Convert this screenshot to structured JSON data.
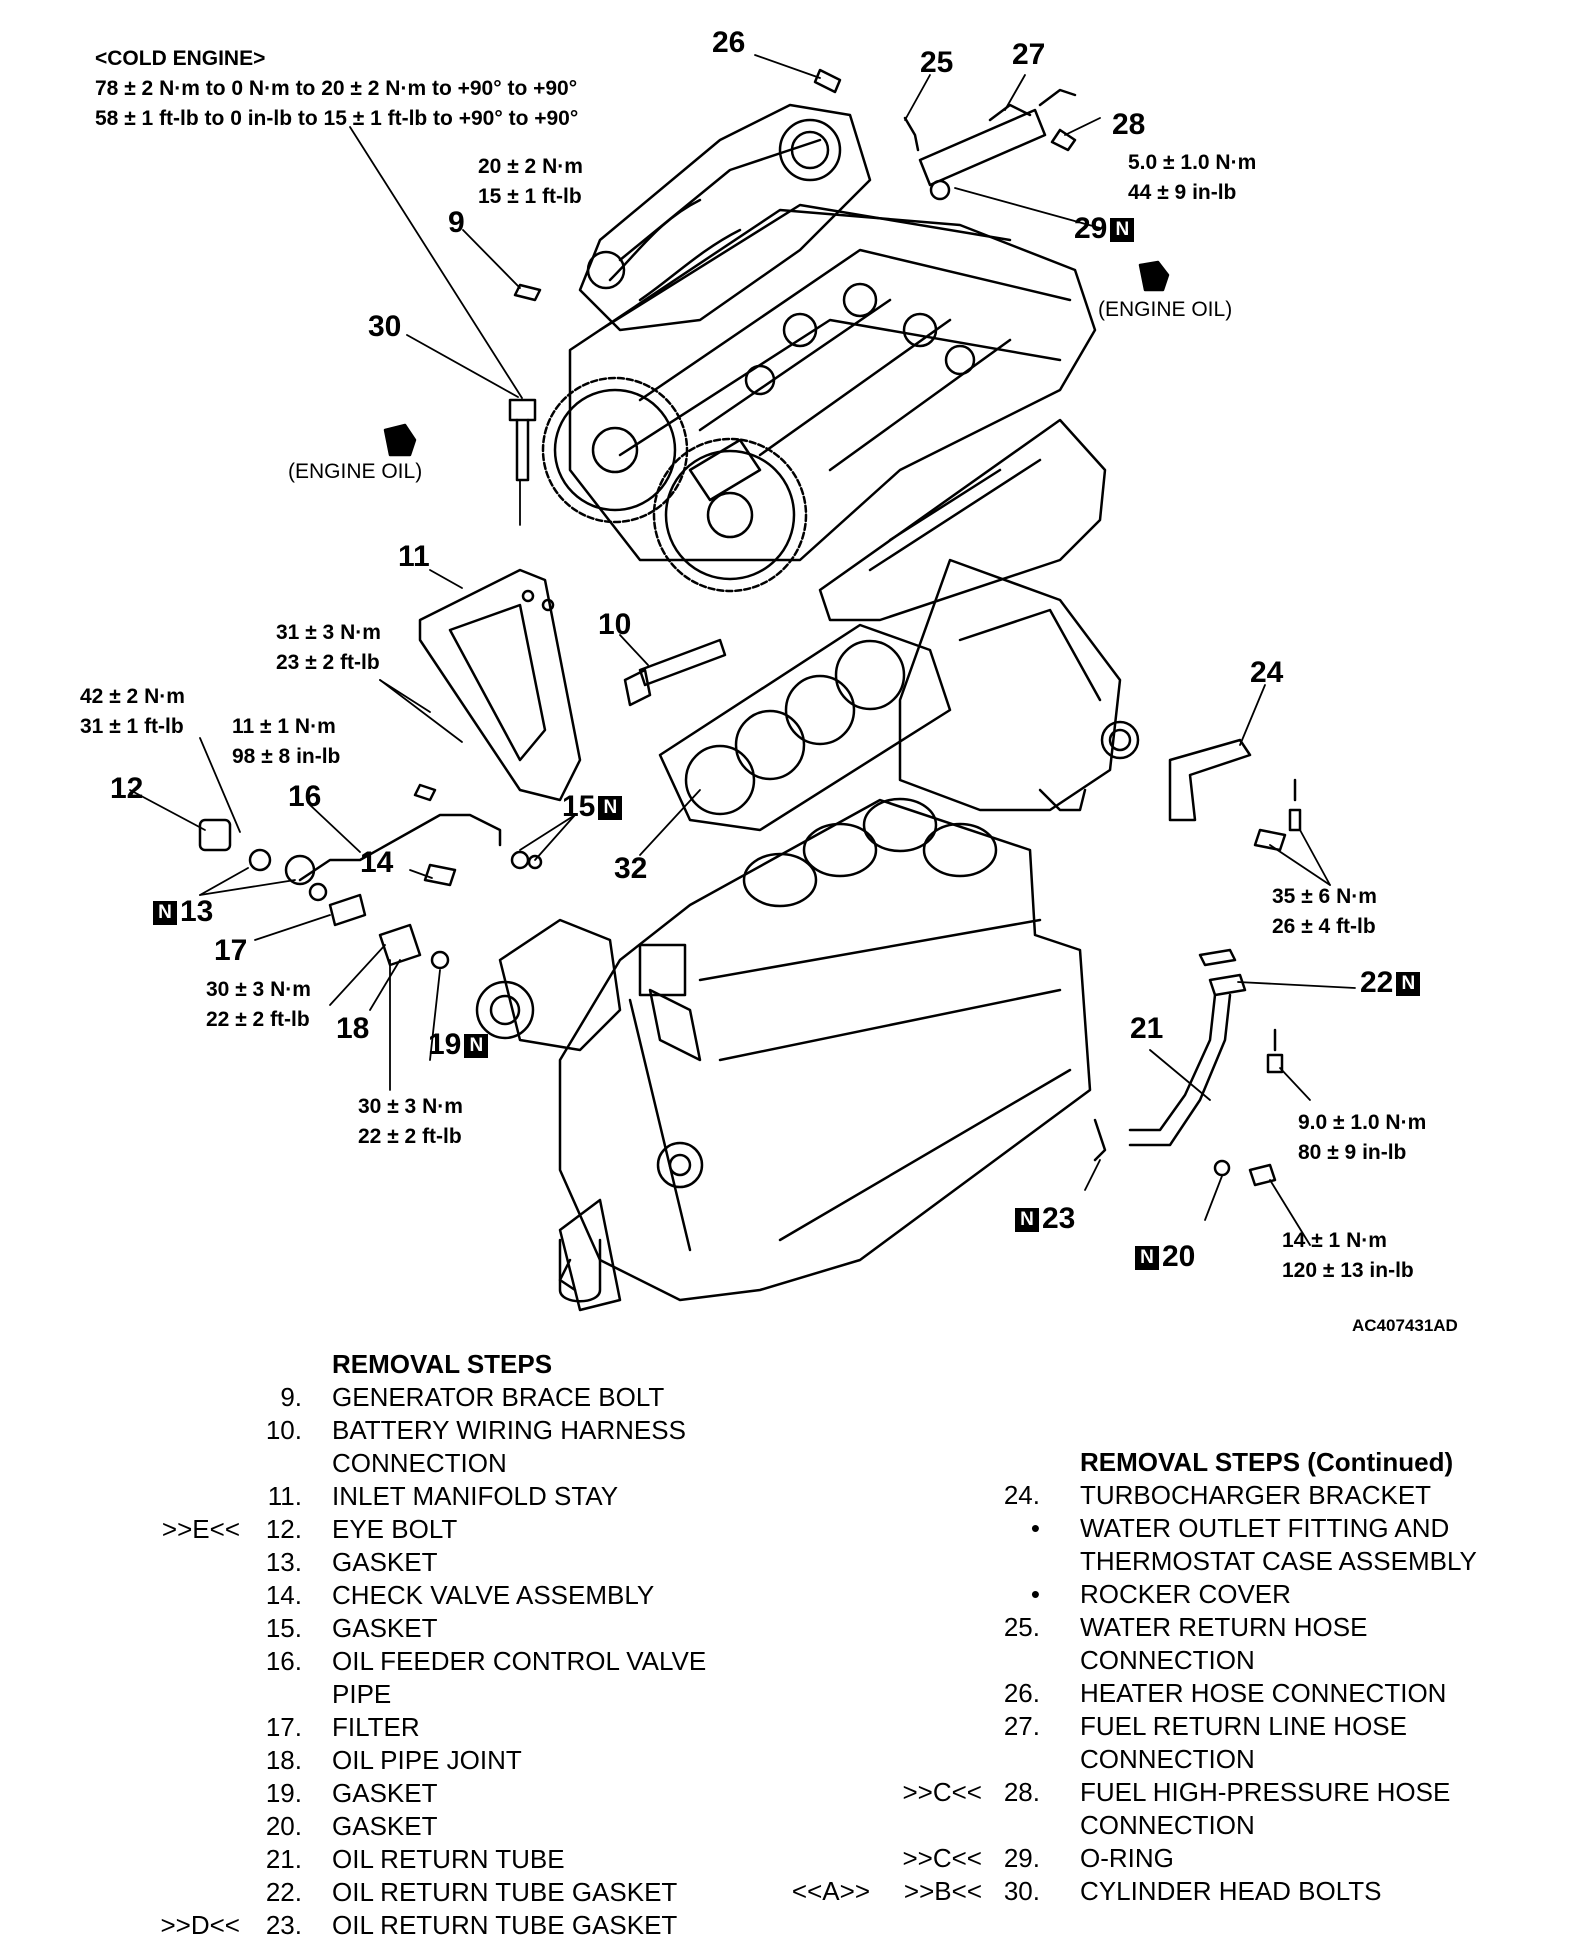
{
  "figure_code": "AC407431AD",
  "torque": {
    "cold_engine": {
      "title": "<COLD ENGINE>",
      "line1": "78 ± 2 N·m to 0 N·m to 20 ± 2 N·m to +90° to +90°",
      "line2": "58 ± 1 ft-lb to 0 in-lb to 15 ± 1 ft-lb to +90° to +90°"
    },
    "t9": [
      "20 ± 2 N·m",
      "15 ± 1 ft-lb"
    ],
    "t28": [
      "5.0 ± 1.0 N·m",
      "44 ± 9 in-lb"
    ],
    "t11": [
      "31 ± 3 N·m",
      "23 ± 2 ft-lb"
    ],
    "t12": [
      "42 ± 2 N·m",
      "31 ± 1 ft-lb"
    ],
    "t16": [
      "11 ± 1 N·m",
      "98 ± 8 in-lb"
    ],
    "t17": [
      "30 ± 3 N·m",
      "22 ± 2 ft-lb"
    ],
    "t18": [
      "30 ± 3 N·m",
      "22 ± 2 ft-lb"
    ],
    "t24": [
      "35 ± 6 N·m",
      "26 ± 4 ft-lb"
    ],
    "t21": [
      "9.0 ± 1.0 N·m",
      "80 ± 9 in-lb"
    ],
    "t20": [
      "14 ± 1 N·m",
      "120 ± 13 in-lb"
    ]
  },
  "engine_oil": "(ENGINE OIL)",
  "new_part_mark": "N",
  "callouts": {
    "c9": "9",
    "c10": "10",
    "c11": "11",
    "c12": "12",
    "c13": "13",
    "c14": "14",
    "c15": "15",
    "c16": "16",
    "c17": "17",
    "c18": "18",
    "c19": "19",
    "c20": "20",
    "c21": "21",
    "c22": "22",
    "c23": "23",
    "c24": "24",
    "c25": "25",
    "c26": "26",
    "c27": "27",
    "c28": "28",
    "c29": "29",
    "c30": "30",
    "c32": "32"
  },
  "removal_steps": {
    "heading": "REMOVAL STEPS",
    "items": [
      {
        "mark": "",
        "num": "9.",
        "text": "GENERATOR BRACE BOLT"
      },
      {
        "mark": "",
        "num": "10.",
        "text": "BATTERY WIRING HARNESS"
      },
      {
        "mark": "",
        "num": "",
        "text": "CONNECTION"
      },
      {
        "mark": "",
        "num": "11.",
        "text": "INLET MANIFOLD STAY"
      },
      {
        "mark": ">>E<<",
        "num": "12.",
        "text": "EYE BOLT"
      },
      {
        "mark": "",
        "num": "13.",
        "text": "GASKET"
      },
      {
        "mark": "",
        "num": "14.",
        "text": "CHECK VALVE ASSEMBLY"
      },
      {
        "mark": "",
        "num": "15.",
        "text": "GASKET"
      },
      {
        "mark": "",
        "num": "16.",
        "text": "OIL FEEDER CONTROL VALVE"
      },
      {
        "mark": "",
        "num": "",
        "text": "PIPE"
      },
      {
        "mark": "",
        "num": "17.",
        "text": "FILTER"
      },
      {
        "mark": "",
        "num": "18.",
        "text": "OIL PIPE JOINT"
      },
      {
        "mark": "",
        "num": "19.",
        "text": "GASKET"
      },
      {
        "mark": "",
        "num": "20.",
        "text": "GASKET"
      },
      {
        "mark": "",
        "num": "21.",
        "text": "OIL RETURN TUBE"
      },
      {
        "mark": "",
        "num": "22.",
        "text": "OIL RETURN TUBE GASKET"
      },
      {
        "mark": ">>D<<",
        "num": "23.",
        "text": "OIL RETURN TUBE GASKET"
      }
    ]
  },
  "removal_steps_continued": {
    "heading": "REMOVAL STEPS (Continued)",
    "items": [
      {
        "mark1": "",
        "mark2": "",
        "num": "24.",
        "text": "TURBOCHARGER BRACKET"
      },
      {
        "mark1": "",
        "mark2": "",
        "num": "•",
        "text": "WATER OUTLET FITTING AND"
      },
      {
        "mark1": "",
        "mark2": "",
        "num": "",
        "text": "THERMOSTAT CASE ASSEMBLY"
      },
      {
        "mark1": "",
        "mark2": "",
        "num": "•",
        "text": " ROCKER COVER"
      },
      {
        "mark1": "",
        "mark2": "",
        "num": "25.",
        "text": "WATER RETURN HOSE"
      },
      {
        "mark1": "",
        "mark2": "",
        "num": "",
        "text": "CONNECTION"
      },
      {
        "mark1": "",
        "mark2": "",
        "num": "26.",
        "text": "HEATER HOSE CONNECTION"
      },
      {
        "mark1": "",
        "mark2": "",
        "num": "27.",
        "text": "FUEL RETURN LINE HOSE"
      },
      {
        "mark1": "",
        "mark2": "",
        "num": "",
        "text": "CONNECTION"
      },
      {
        "mark1": "",
        "mark2": ">>C<<",
        "num": "28.",
        "text": "FUEL HIGH-PRESSURE HOSE"
      },
      {
        "mark1": "",
        "mark2": "",
        "num": "",
        "text": "CONNECTION"
      },
      {
        "mark1": "",
        "mark2": ">>C<<",
        "num": "29.",
        "text": "O-RING"
      },
      {
        "mark1": "<<A>>",
        "mark2": ">>B<<",
        "num": "30.",
        "text": "CYLINDER HEAD BOLTS"
      }
    ]
  }
}
